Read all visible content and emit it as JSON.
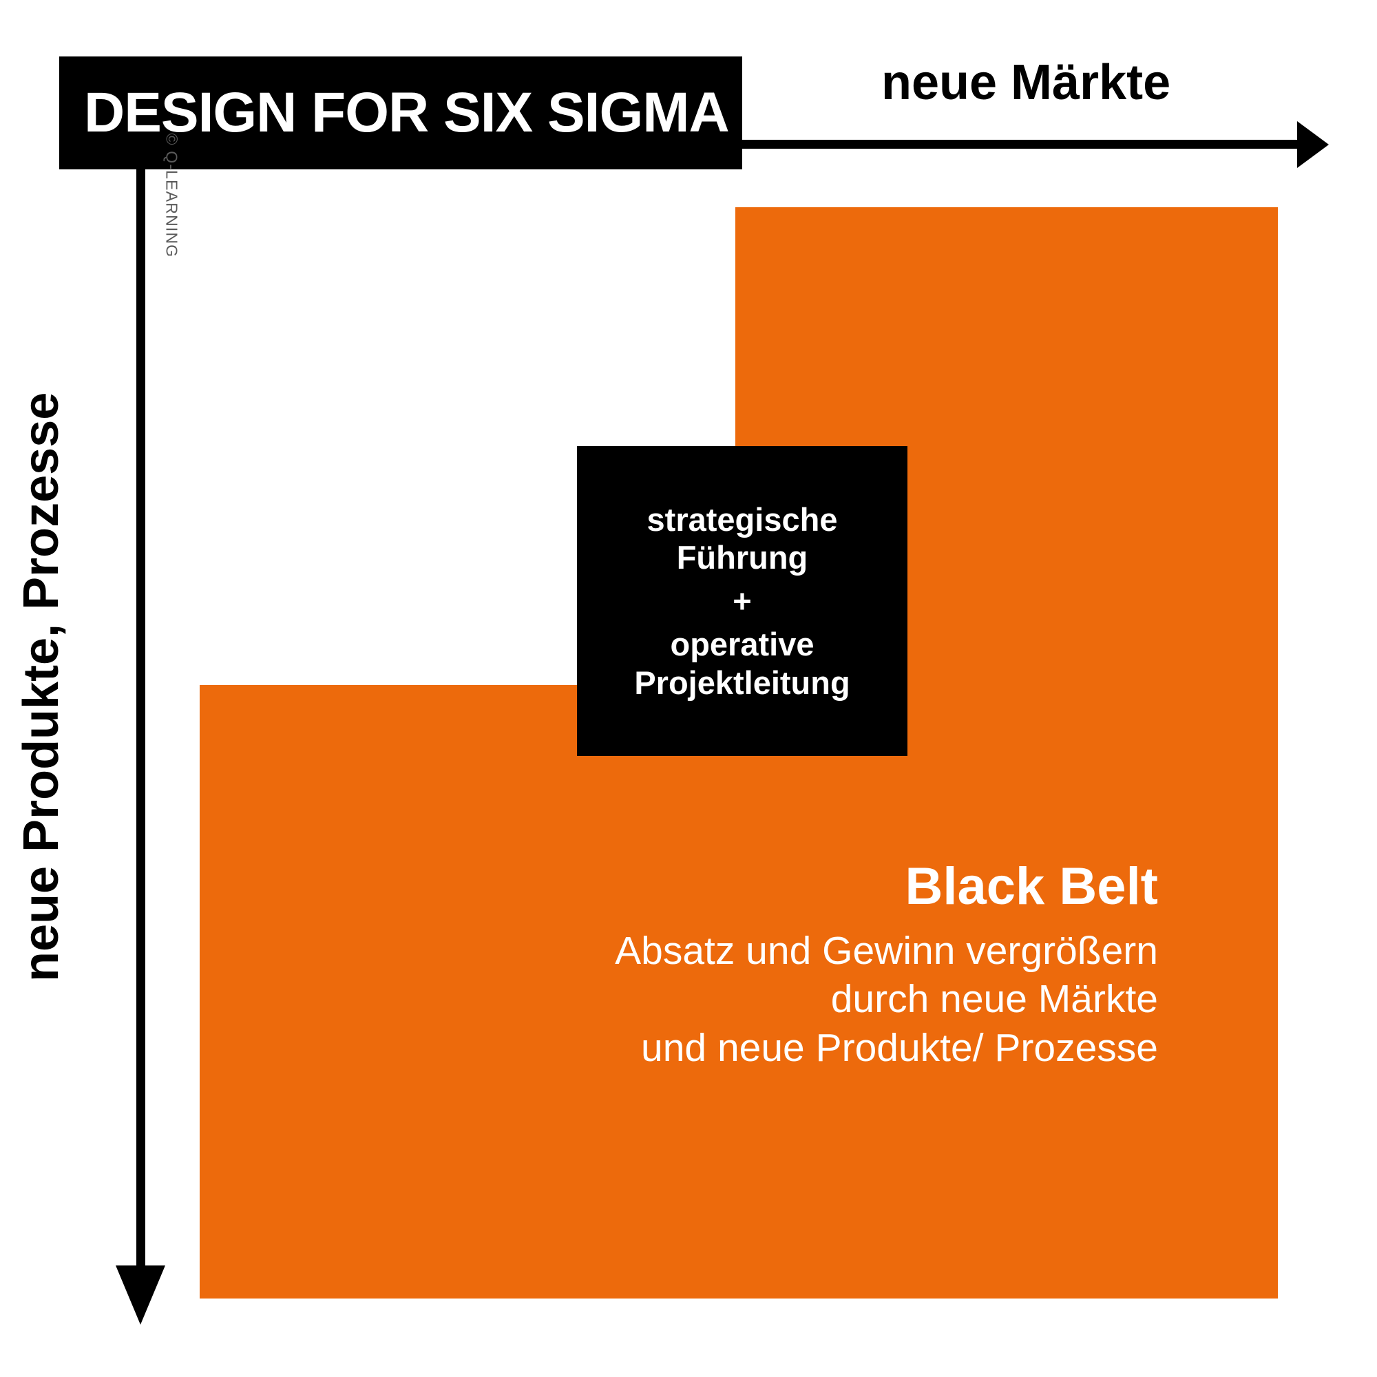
{
  "title_banner": {
    "text": "DESIGN FOR SIX SIGMA",
    "bg_color": "#000000",
    "text_color": "#ffffff"
  },
  "axes": {
    "x": {
      "label": "neue Märkte",
      "direction": "right",
      "arrow_icon": "arrow-right-icon"
    },
    "y": {
      "label": "neue Produkte, Prozesse",
      "direction": "down",
      "arrow_icon": "arrow-down-icon"
    }
  },
  "copyright": {
    "text": "© Q-LEARNING"
  },
  "blocks": {
    "orange_color": "#ed6a0c",
    "lower_left": {
      "name": "lower-left-orange-block"
    },
    "upper_right": {
      "name": "upper-right-orange-block"
    }
  },
  "callout": {
    "bg_color": "#000000",
    "text_color": "#ffffff",
    "lines": [
      "strategische",
      "Führung",
      "+",
      "operative",
      "Projektleitung"
    ],
    "line1": "strategische",
    "line2": "Führung",
    "plus": "+",
    "line3": "operative",
    "line4": "Projektleitung"
  },
  "caption": {
    "heading": "Black Belt",
    "sub_line1": "Absatz und Gewinn vergrößern",
    "sub_line2": "durch neue Märkte",
    "sub_line3": "und neue Produkte/ Prozesse",
    "text_color": "#ffffff"
  }
}
